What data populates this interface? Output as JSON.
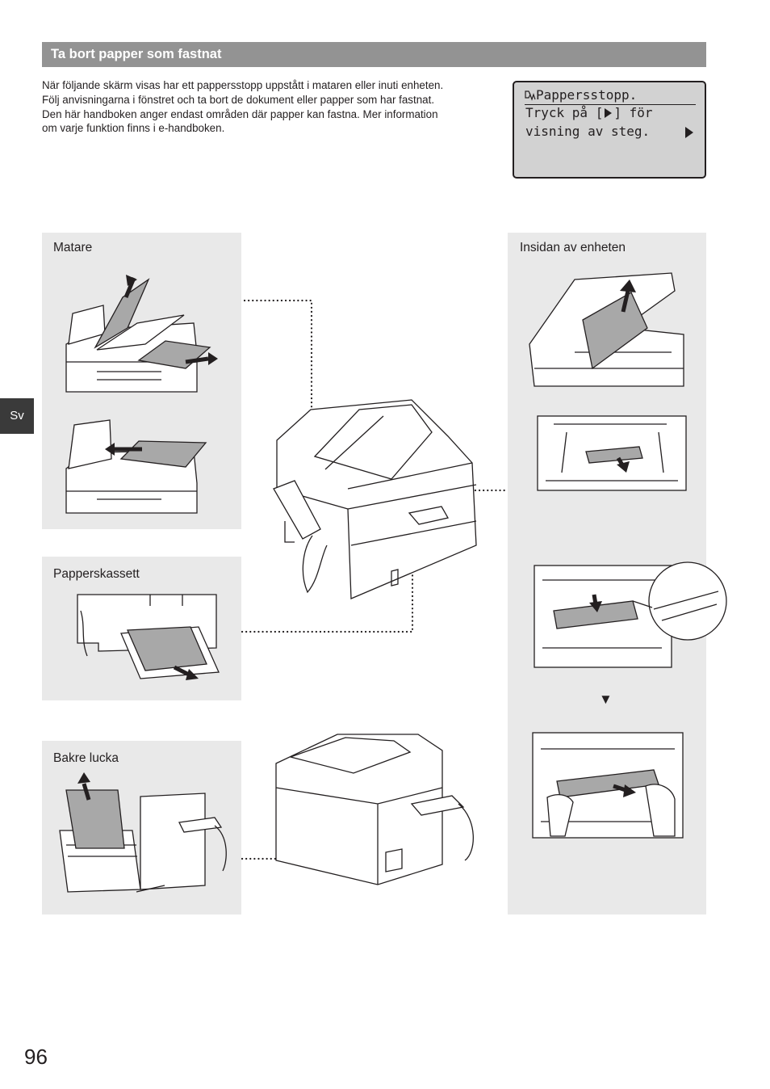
{
  "section": {
    "title": "Ta bort papper som fastnat"
  },
  "intro": {
    "lines": [
      "När följande skärm visas har ett pappersstopp uppstått i mataren eller inuti enheten.",
      "Följ anvisningarna i fönstret och ta bort de dokument eller papper som har fastnat.",
      "Den här handboken anger endast områden där papper kan fastna. Mer information",
      "om varje funktion finns i e-handboken."
    ]
  },
  "display": {
    "line1": "Pappersstopp.",
    "line2": "Tryck på [",
    "line2_end": "] för",
    "line3": "visning av steg."
  },
  "panels": {
    "feeder": "Matare",
    "cassette": "Papperskassett",
    "rear_cover": "Bakre lucka",
    "inside": "Insidan av enheten"
  },
  "step_marker": "▼",
  "language_tab": "Sv",
  "page_number": "96",
  "colors": {
    "header_bg": "#939393",
    "panel_bg": "#e9e9e9",
    "tab_bg": "#3a3a3a",
    "lcd_bg": "#d2d2d2"
  }
}
